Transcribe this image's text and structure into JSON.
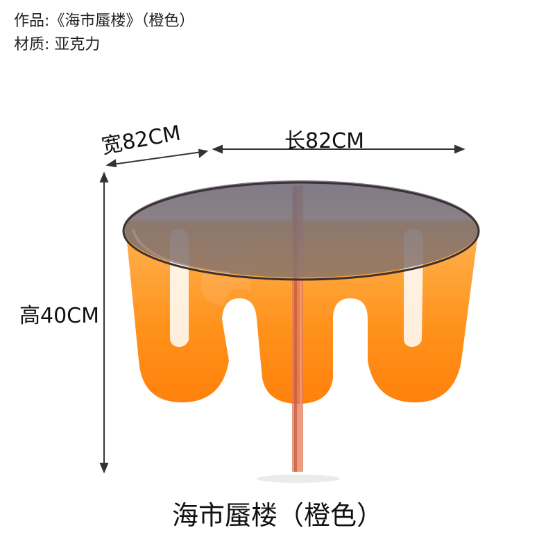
{
  "info": {
    "work_line": "作品:《海市蜃楼》（橙色）",
    "material_line": "材质: 亚克力"
  },
  "dimensions": {
    "width_label": "宽82CM",
    "length_label": "长82CM",
    "height_label": "高40CM"
  },
  "caption": "海市蜃楼（橙色）",
  "colors": {
    "acrylic_orange": "#ff8a00",
    "glass_top": "#6f6a78",
    "dimension_line": "#333333"
  }
}
